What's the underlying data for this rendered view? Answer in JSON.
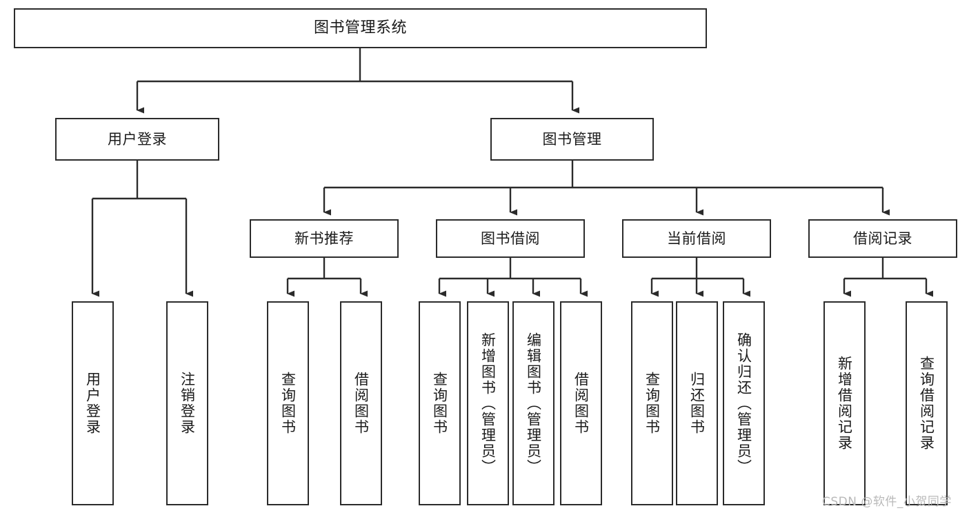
{
  "diagram": {
    "title": "图书管理系统",
    "type": "tree-hierarchy-chart",
    "watermark": "CSDN @软件_小贺同学",
    "colors": {
      "stroke": "#2b2b2b",
      "fill": "#ffffff",
      "text": "#1a1a1a",
      "watermark": "#b9b9b9"
    },
    "nodes": {
      "root": {
        "label": "图书管理系统"
      },
      "level2": [
        {
          "id": "user-login",
          "label": "用户登录"
        },
        {
          "id": "book-manage",
          "label": "图书管理"
        }
      ],
      "level3": [
        {
          "id": "new-book-recommend",
          "label": "新书推荐"
        },
        {
          "id": "book-borrow",
          "label": "图书借阅"
        },
        {
          "id": "current-borrow",
          "label": "当前借阅"
        },
        {
          "id": "borrow-record",
          "label": "借阅记录"
        }
      ],
      "leaves": {
        "user-login": [
          {
            "id": "leaf-user-login",
            "label": "用户登录"
          },
          {
            "id": "leaf-logout",
            "label": "注销登录"
          }
        ],
        "new-book-recommend": [
          {
            "id": "leaf-query-book-1",
            "label": "查询图书"
          },
          {
            "id": "leaf-borrow-book-1",
            "label": "借阅图书"
          }
        ],
        "book-borrow": [
          {
            "id": "leaf-query-book-2",
            "label": "查询图书"
          },
          {
            "id": "leaf-add-book",
            "label": "新增图书（管理员）"
          },
          {
            "id": "leaf-edit-book",
            "label": "编辑图书（管理员）"
          },
          {
            "id": "leaf-borrow-book-2",
            "label": "借阅图书"
          }
        ],
        "current-borrow": [
          {
            "id": "leaf-query-book-3",
            "label": "查询图书"
          },
          {
            "id": "leaf-return-book",
            "label": "归还图书"
          },
          {
            "id": "leaf-confirm-return",
            "label": "确认归还（管理员）"
          }
        ],
        "borrow-record": [
          {
            "id": "leaf-add-record",
            "label": "新增借阅记录"
          },
          {
            "id": "leaf-query-record",
            "label": "查询借阅记录"
          }
        ]
      }
    }
  }
}
